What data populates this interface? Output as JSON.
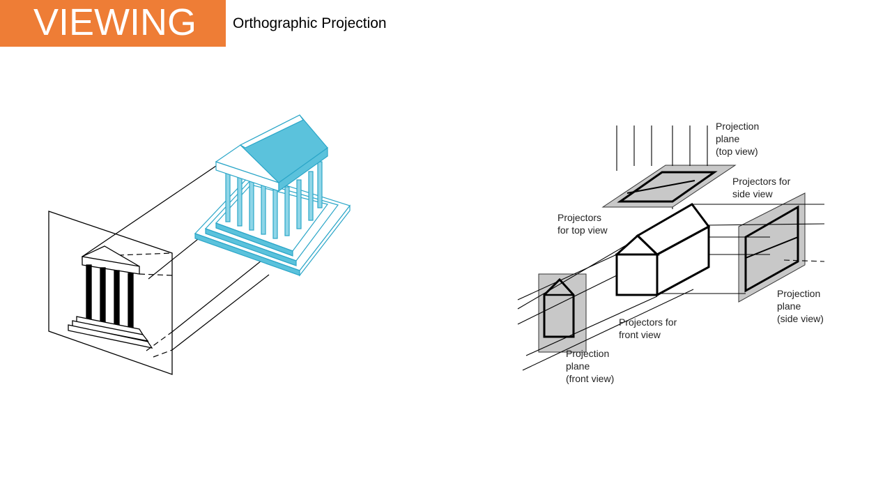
{
  "header": {
    "title": "VIEWING",
    "subtitle": "Orthographic Projection"
  },
  "colors": {
    "accent": "#ee7d36",
    "temple": "#5bc2dc",
    "plane_fill": "#c8c8c8"
  },
  "house_diagram": {
    "labels": {
      "plane_top": [
        "Projection",
        "plane",
        "(top view)"
      ],
      "projectors_side": [
        "Projectors for",
        "side view"
      ],
      "projectors_top": [
        "Projectors",
        "for top view"
      ],
      "plane_side": [
        "Projection",
        "plane",
        "(side view)"
      ],
      "projectors_front": [
        "Projectors for",
        "front view"
      ],
      "plane_front": [
        "Projection",
        "plane",
        "(front view)"
      ]
    }
  }
}
